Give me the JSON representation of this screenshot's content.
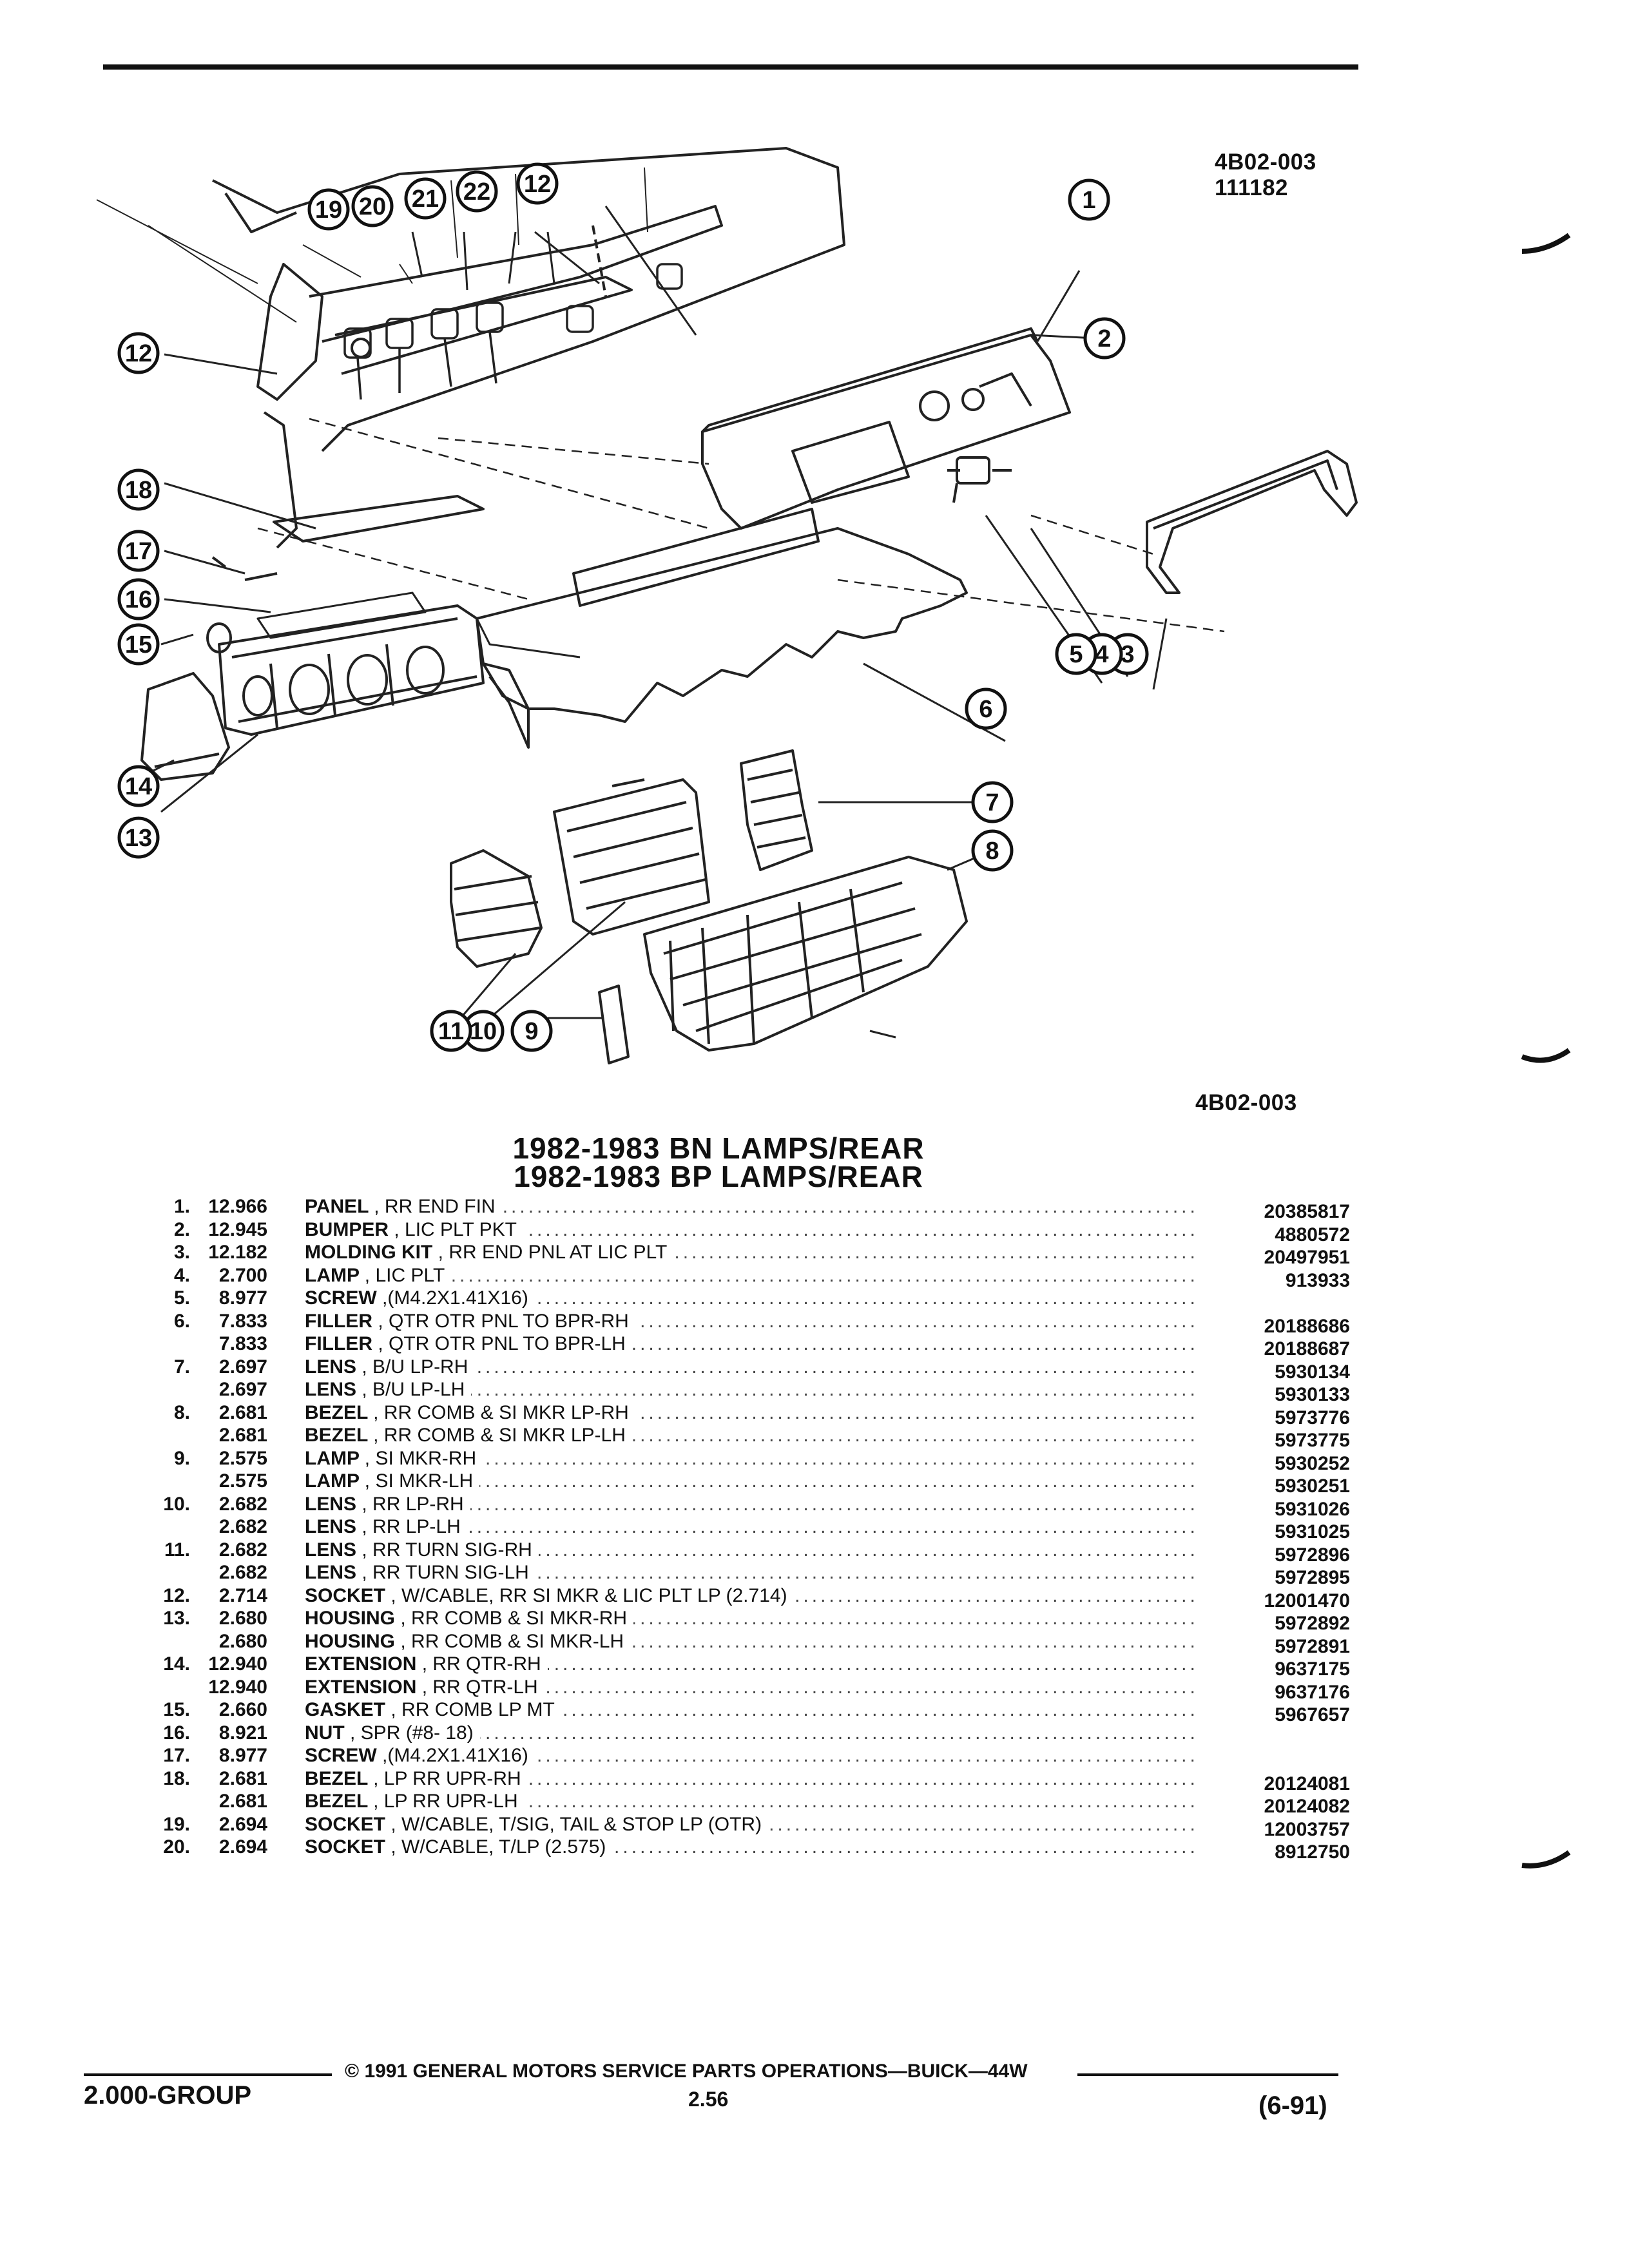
{
  "header": {
    "figure_code_top": "4B02-003",
    "date_code": "111182",
    "figure_code_bottom": "4B02-003"
  },
  "diagram": {
    "callouts": [
      "1",
      "2",
      "3",
      "4",
      "5",
      "6",
      "7",
      "8",
      "9",
      "10",
      "11",
      "12",
      "12",
      "13",
      "14",
      "15",
      "16",
      "17",
      "18",
      "19",
      "20",
      "21",
      "22"
    ]
  },
  "titles": [
    "1982-1983 BN LAMPS/REAR",
    "1982-1983 BP LAMPS/REAR"
  ],
  "parts": [
    {
      "index": "1.",
      "catalog": "12.966",
      "name": "PANEL",
      "detail": ", RR END FIN",
      "part_number": "20385817"
    },
    {
      "index": "2.",
      "catalog": "12.945",
      "name": "BUMPER",
      "detail": ", LIC PLT PKT",
      "part_number": "4880572"
    },
    {
      "index": "3.",
      "catalog": "12.182",
      "name": "MOLDING KIT",
      "detail": ", RR END PNL AT LIC PLT",
      "part_number": "20497951"
    },
    {
      "index": "4.",
      "catalog": "2.700",
      "name": "LAMP",
      "detail": ", LIC PLT",
      "part_number": "913933"
    },
    {
      "index": "5.",
      "catalog": "8.977",
      "name": "SCREW",
      "detail": ",(M4.2X1.41X16)",
      "part_number": ""
    },
    {
      "index": "6.",
      "catalog": "7.833",
      "name": "FILLER",
      "detail": ", QTR OTR PNL TO BPR-RH",
      "part_number": "20188686"
    },
    {
      "index": "",
      "catalog": "7.833",
      "name": "FILLER",
      "detail": ", QTR OTR PNL TO BPR-LH",
      "part_number": "20188687"
    },
    {
      "index": "7.",
      "catalog": "2.697",
      "name": "LENS",
      "detail": ", B/U LP-RH",
      "part_number": "5930134"
    },
    {
      "index": "",
      "catalog": "2.697",
      "name": "LENS",
      "detail": ", B/U LP-LH",
      "part_number": "5930133"
    },
    {
      "index": "8.",
      "catalog": "2.681",
      "name": "BEZEL",
      "detail": ", RR COMB & SI MKR LP-RH",
      "part_number": "5973776"
    },
    {
      "index": "",
      "catalog": "2.681",
      "name": "BEZEL",
      "detail": ", RR COMB & SI MKR LP-LH",
      "part_number": "5973775"
    },
    {
      "index": "9.",
      "catalog": "2.575",
      "name": "LAMP",
      "detail": ", SI MKR-RH",
      "part_number": "5930252"
    },
    {
      "index": "",
      "catalog": "2.575",
      "name": "LAMP",
      "detail": ", SI MKR-LH",
      "part_number": "5930251"
    },
    {
      "index": "10.",
      "catalog": "2.682",
      "name": "LENS",
      "detail": ", RR LP-RH",
      "part_number": "5931026"
    },
    {
      "index": "",
      "catalog": "2.682",
      "name": "LENS",
      "detail": ", RR LP-LH",
      "part_number": "5931025"
    },
    {
      "index": "11.",
      "catalog": "2.682",
      "name": "LENS",
      "detail": ", RR TURN SIG-RH",
      "part_number": "5972896"
    },
    {
      "index": "",
      "catalog": "2.682",
      "name": "LENS",
      "detail": ", RR TURN SIG-LH",
      "part_number": "5972895"
    },
    {
      "index": "12.",
      "catalog": "2.714",
      "name": "SOCKET",
      "detail": ", W/CABLE, RR SI MKR & LIC PLT LP (2.714)",
      "part_number": "12001470"
    },
    {
      "index": "13.",
      "catalog": "2.680",
      "name": "HOUSING",
      "detail": ", RR COMB & SI MKR-RH",
      "part_number": "5972892"
    },
    {
      "index": "",
      "catalog": "2.680",
      "name": "HOUSING",
      "detail": ", RR COMB & SI MKR-LH",
      "part_number": "5972891"
    },
    {
      "index": "14.",
      "catalog": "12.940",
      "name": "EXTENSION",
      "detail": ", RR QTR-RH",
      "part_number": "9637175"
    },
    {
      "index": "",
      "catalog": "12.940",
      "name": "EXTENSION",
      "detail": ", RR QTR-LH",
      "part_number": "9637176"
    },
    {
      "index": "15.",
      "catalog": "2.660",
      "name": "GASKET",
      "detail": ", RR COMB LP MT",
      "part_number": "5967657"
    },
    {
      "index": "16.",
      "catalog": "8.921",
      "name": "NUT",
      "detail": ", SPR (#8- 18)",
      "part_number": ""
    },
    {
      "index": "17.",
      "catalog": "8.977",
      "name": "SCREW",
      "detail": ",(M4.2X1.41X16)",
      "part_number": ""
    },
    {
      "index": "18.",
      "catalog": "2.681",
      "name": "BEZEL",
      "detail": ", LP RR UPR-RH",
      "part_number": "20124081"
    },
    {
      "index": "",
      "catalog": "2.681",
      "name": "BEZEL",
      "detail": ", LP RR UPR-LH",
      "part_number": "20124082"
    },
    {
      "index": "19.",
      "catalog": "2.694",
      "name": "SOCKET",
      "detail": ", W/CABLE, T/SIG, TAIL & STOP LP (OTR)",
      "part_number": "12003757"
    },
    {
      "index": "20.",
      "catalog": "2.694",
      "name": "SOCKET",
      "detail": ", W/CABLE, T/LP (2.575)",
      "part_number": "8912750"
    }
  ],
  "footer": {
    "group": "2.000-GROUP",
    "copyright": "© 1991 GENERAL MOTORS SERVICE PARTS OPERATIONS—BUICK—44W",
    "page": "2.56",
    "revision": "(6-91)"
  }
}
